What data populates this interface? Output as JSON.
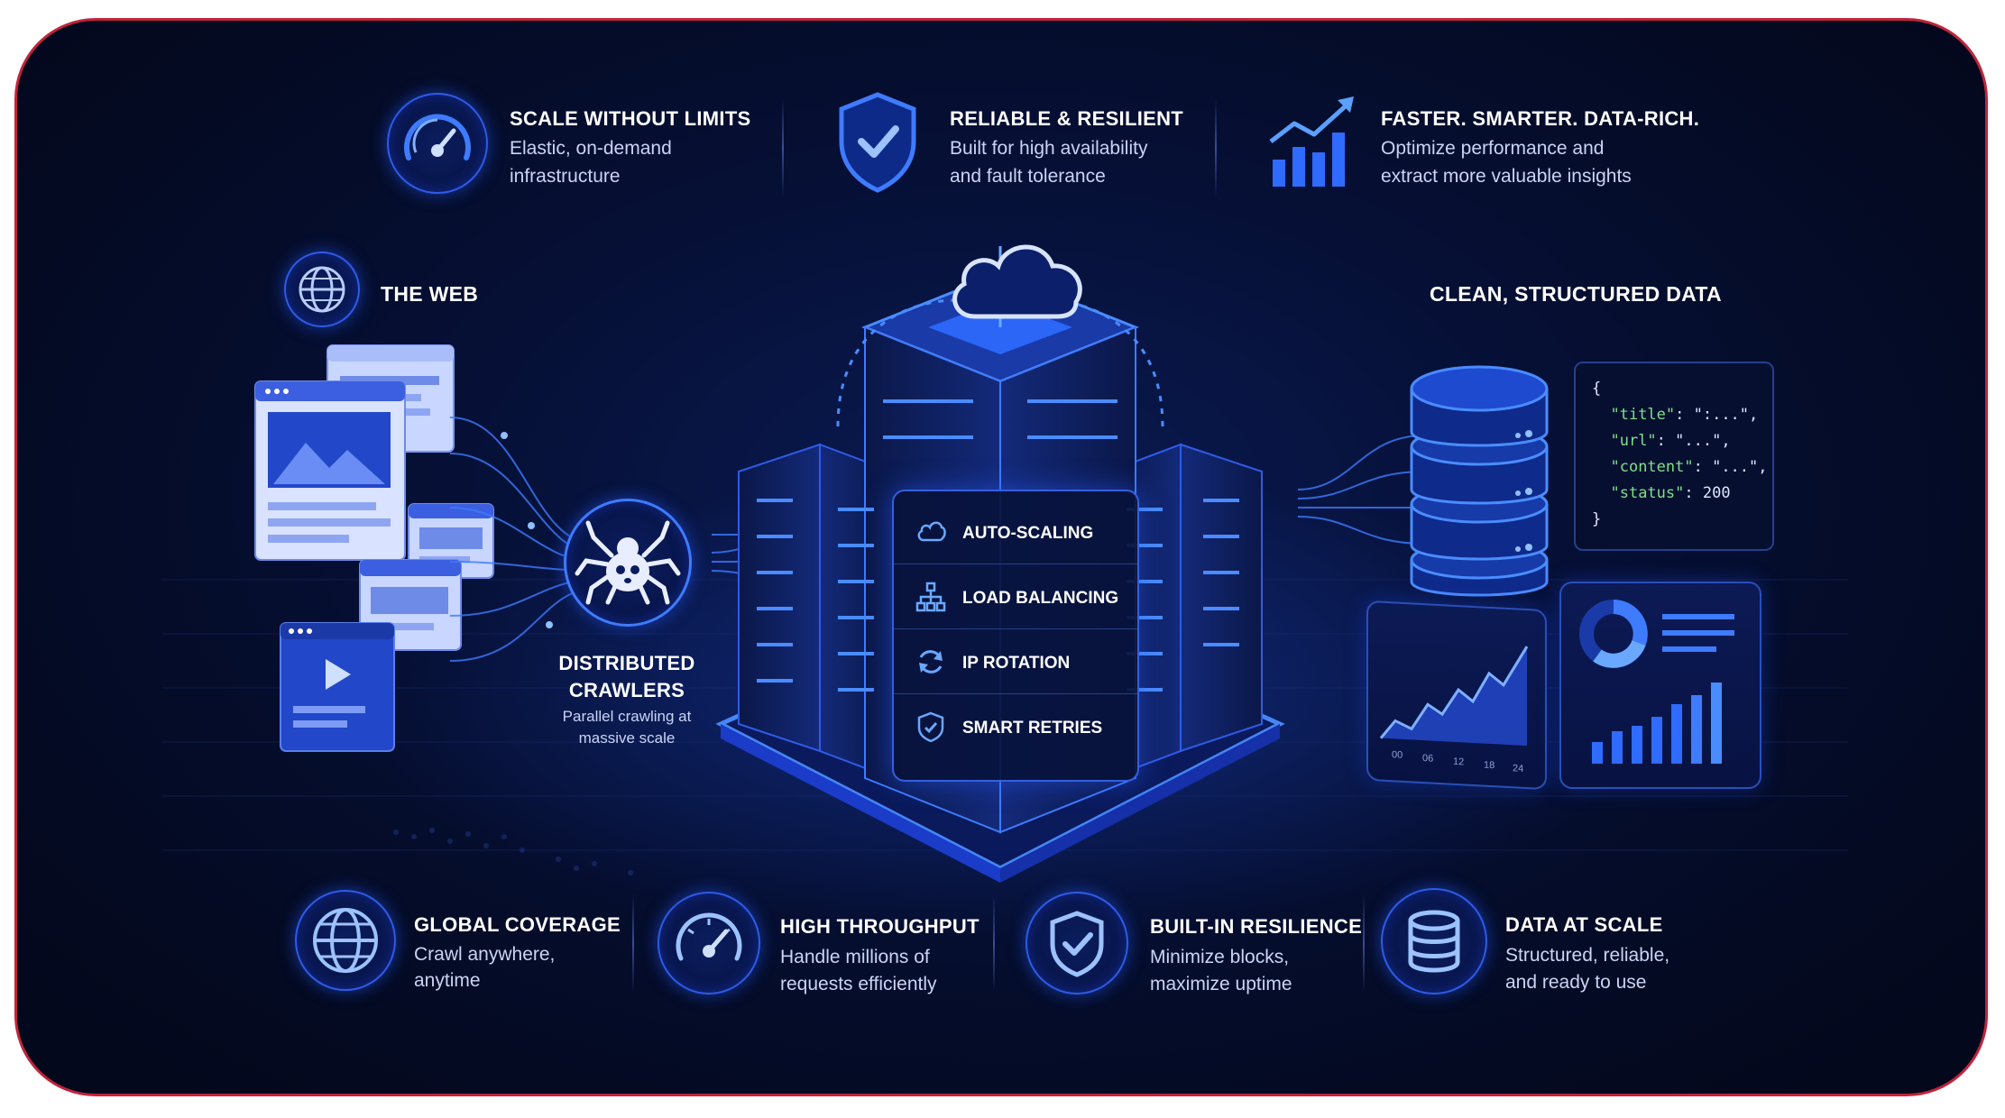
{
  "top_features": [
    {
      "title": "SCALE WITHOUT LIMITS",
      "line1": "Elastic, on-demand",
      "line2": "infrastructure",
      "icon": "speedometer-icon"
    },
    {
      "title": "RELIABLE & RESILIENT",
      "line1": "Built for high availability",
      "line2": "and fault tolerance",
      "icon": "shield-check-icon"
    },
    {
      "title": "FASTER. SMARTER. DATA-RICH.",
      "line1": "Optimize performance and",
      "line2": "extract more valuable insights",
      "icon": "growth-chart-icon"
    }
  ],
  "left": {
    "title": "THE WEB",
    "icon": "globe-icon"
  },
  "crawler": {
    "title_line1": "DISTRIBUTED",
    "title_line2": "CRAWLERS",
    "sub_line1": "Parallel crawling at",
    "sub_line2": "massive scale",
    "icon": "spider-icon"
  },
  "center_menu": [
    {
      "label": "AUTO-SCALING",
      "icon": "cloud-icon"
    },
    {
      "label": "LOAD BALANCING",
      "icon": "network-tree-icon"
    },
    {
      "label": "IP ROTATION",
      "icon": "refresh-icon"
    },
    {
      "label": "SMART RETRIES",
      "icon": "shield-check-icon"
    }
  ],
  "right": {
    "title": "CLEAN, STRUCTURED DATA",
    "code": {
      "open": "{",
      "lines": [
        {
          "key": "\"title\"",
          "value": ": \":...\","
        },
        {
          "key": "\"url\"",
          "value": ": \"...\","
        },
        {
          "key": "\"content\"",
          "value": ": \"...\","
        },
        {
          "key": "\"status\"",
          "value": ": 200"
        }
      ],
      "close": "}"
    },
    "area_chart_ticks": [
      "00",
      "06",
      "12",
      "18",
      "24"
    ]
  },
  "bottom_features": [
    {
      "title": "GLOBAL COVERAGE",
      "line1": "Crawl anywhere,",
      "line2": "anytime",
      "icon": "globe-icon"
    },
    {
      "title": "HIGH THROUGHPUT",
      "line1": "Handle millions of",
      "line2": "requests efficiently",
      "icon": "gauge-icon"
    },
    {
      "title": "BUILT-IN RESILIENCE",
      "line1": "Minimize blocks,",
      "line2": "maximize uptime",
      "icon": "shield-check-icon"
    },
    {
      "title": "DATA AT SCALE",
      "line1": "Structured, reliable,",
      "line2": "and ready to use",
      "icon": "database-icon"
    }
  ],
  "colors": {
    "accent": "#2f6bff",
    "glow": "#4a8cff",
    "background": "#040a22",
    "border": "#c0243c",
    "json_key": "#7ee08a"
  }
}
